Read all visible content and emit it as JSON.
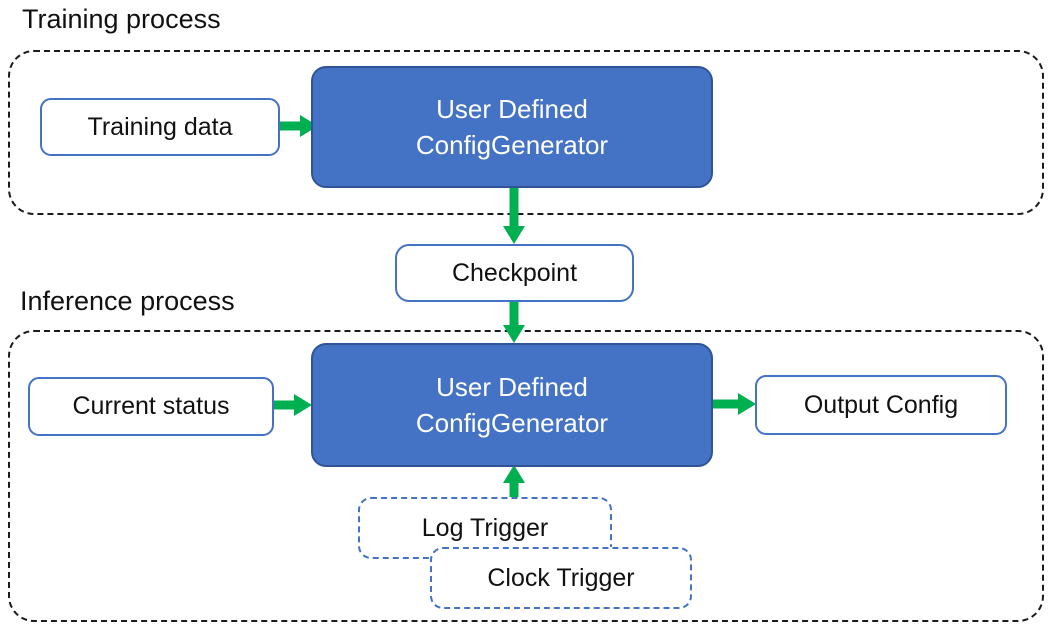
{
  "training": {
    "label": "Training process",
    "input_box": "Training data",
    "generator_line1": "User Defined",
    "generator_line2": "ConfigGenerator"
  },
  "checkpoint": {
    "label": "Checkpoint"
  },
  "inference": {
    "label": "Inference process",
    "input_box": "Current status",
    "generator_line1": "User Defined",
    "generator_line2": "ConfigGenerator",
    "output_box": "Output Config",
    "log_trigger": "Log Trigger",
    "clock_trigger": "Clock Trigger"
  },
  "colors": {
    "generator_fill": "#4472C4",
    "generator_border": "#2F5597",
    "white_box_border": "#4472C4",
    "trigger_border": "#4472C4",
    "arrow_green": "#00AF50",
    "container_dashed_border": "#1B1B1B",
    "text_dark": "#111111",
    "text_light": "#FFFFFF"
  }
}
